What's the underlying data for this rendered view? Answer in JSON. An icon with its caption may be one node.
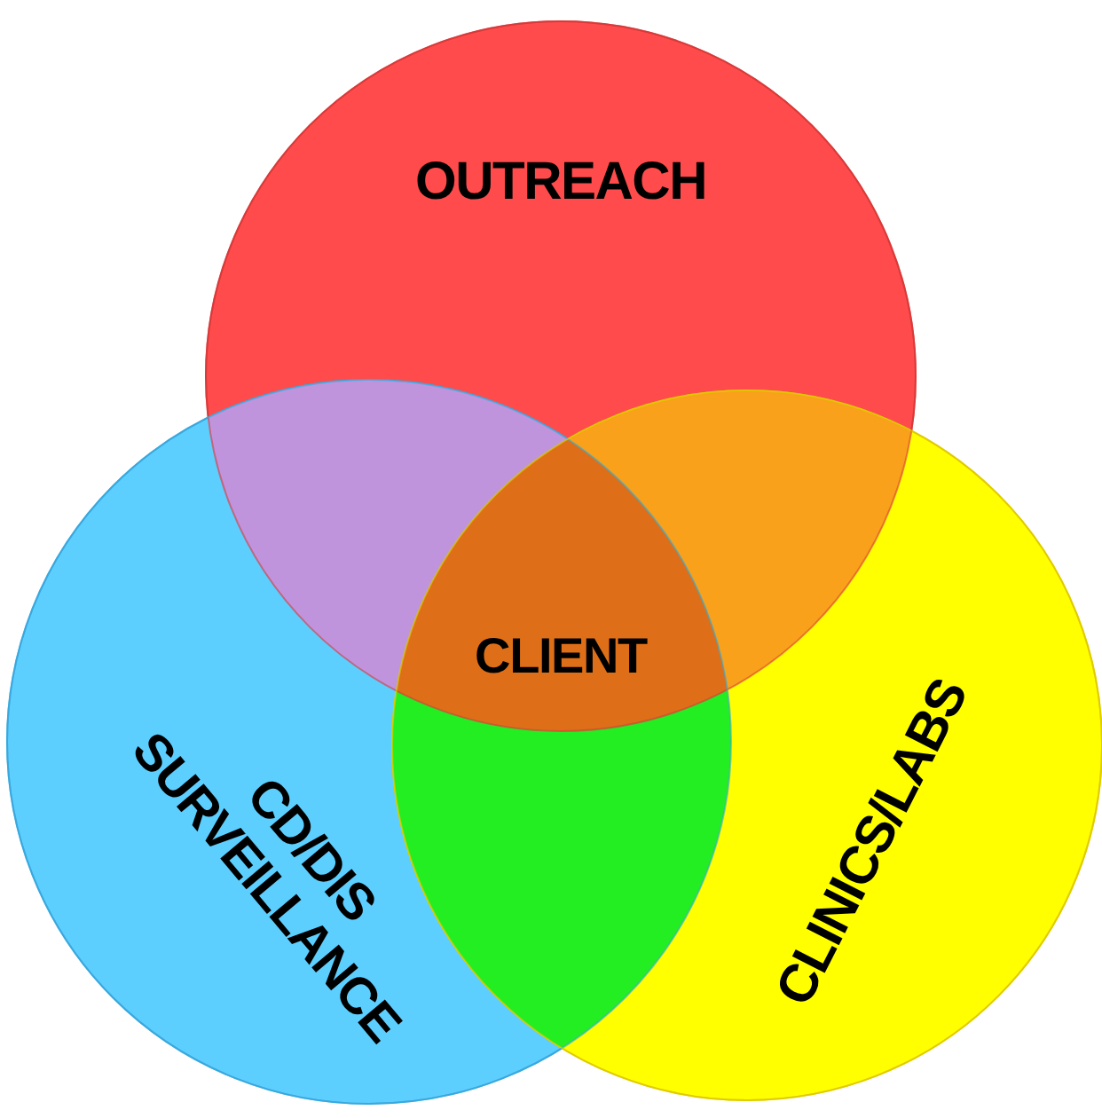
{
  "diagram": {
    "nodes": [
      {
        "text": [
          "OUTREACH"
        ]
      },
      {
        "text": [
          "CD/DIS SURVEILLANCE"
        ]
      },
      {
        "text": [
          "CLINICS/LABS"
        ]
      },
      {
        "text": [
          "CLIENT"
        ]
      }
    ]
  }
}
